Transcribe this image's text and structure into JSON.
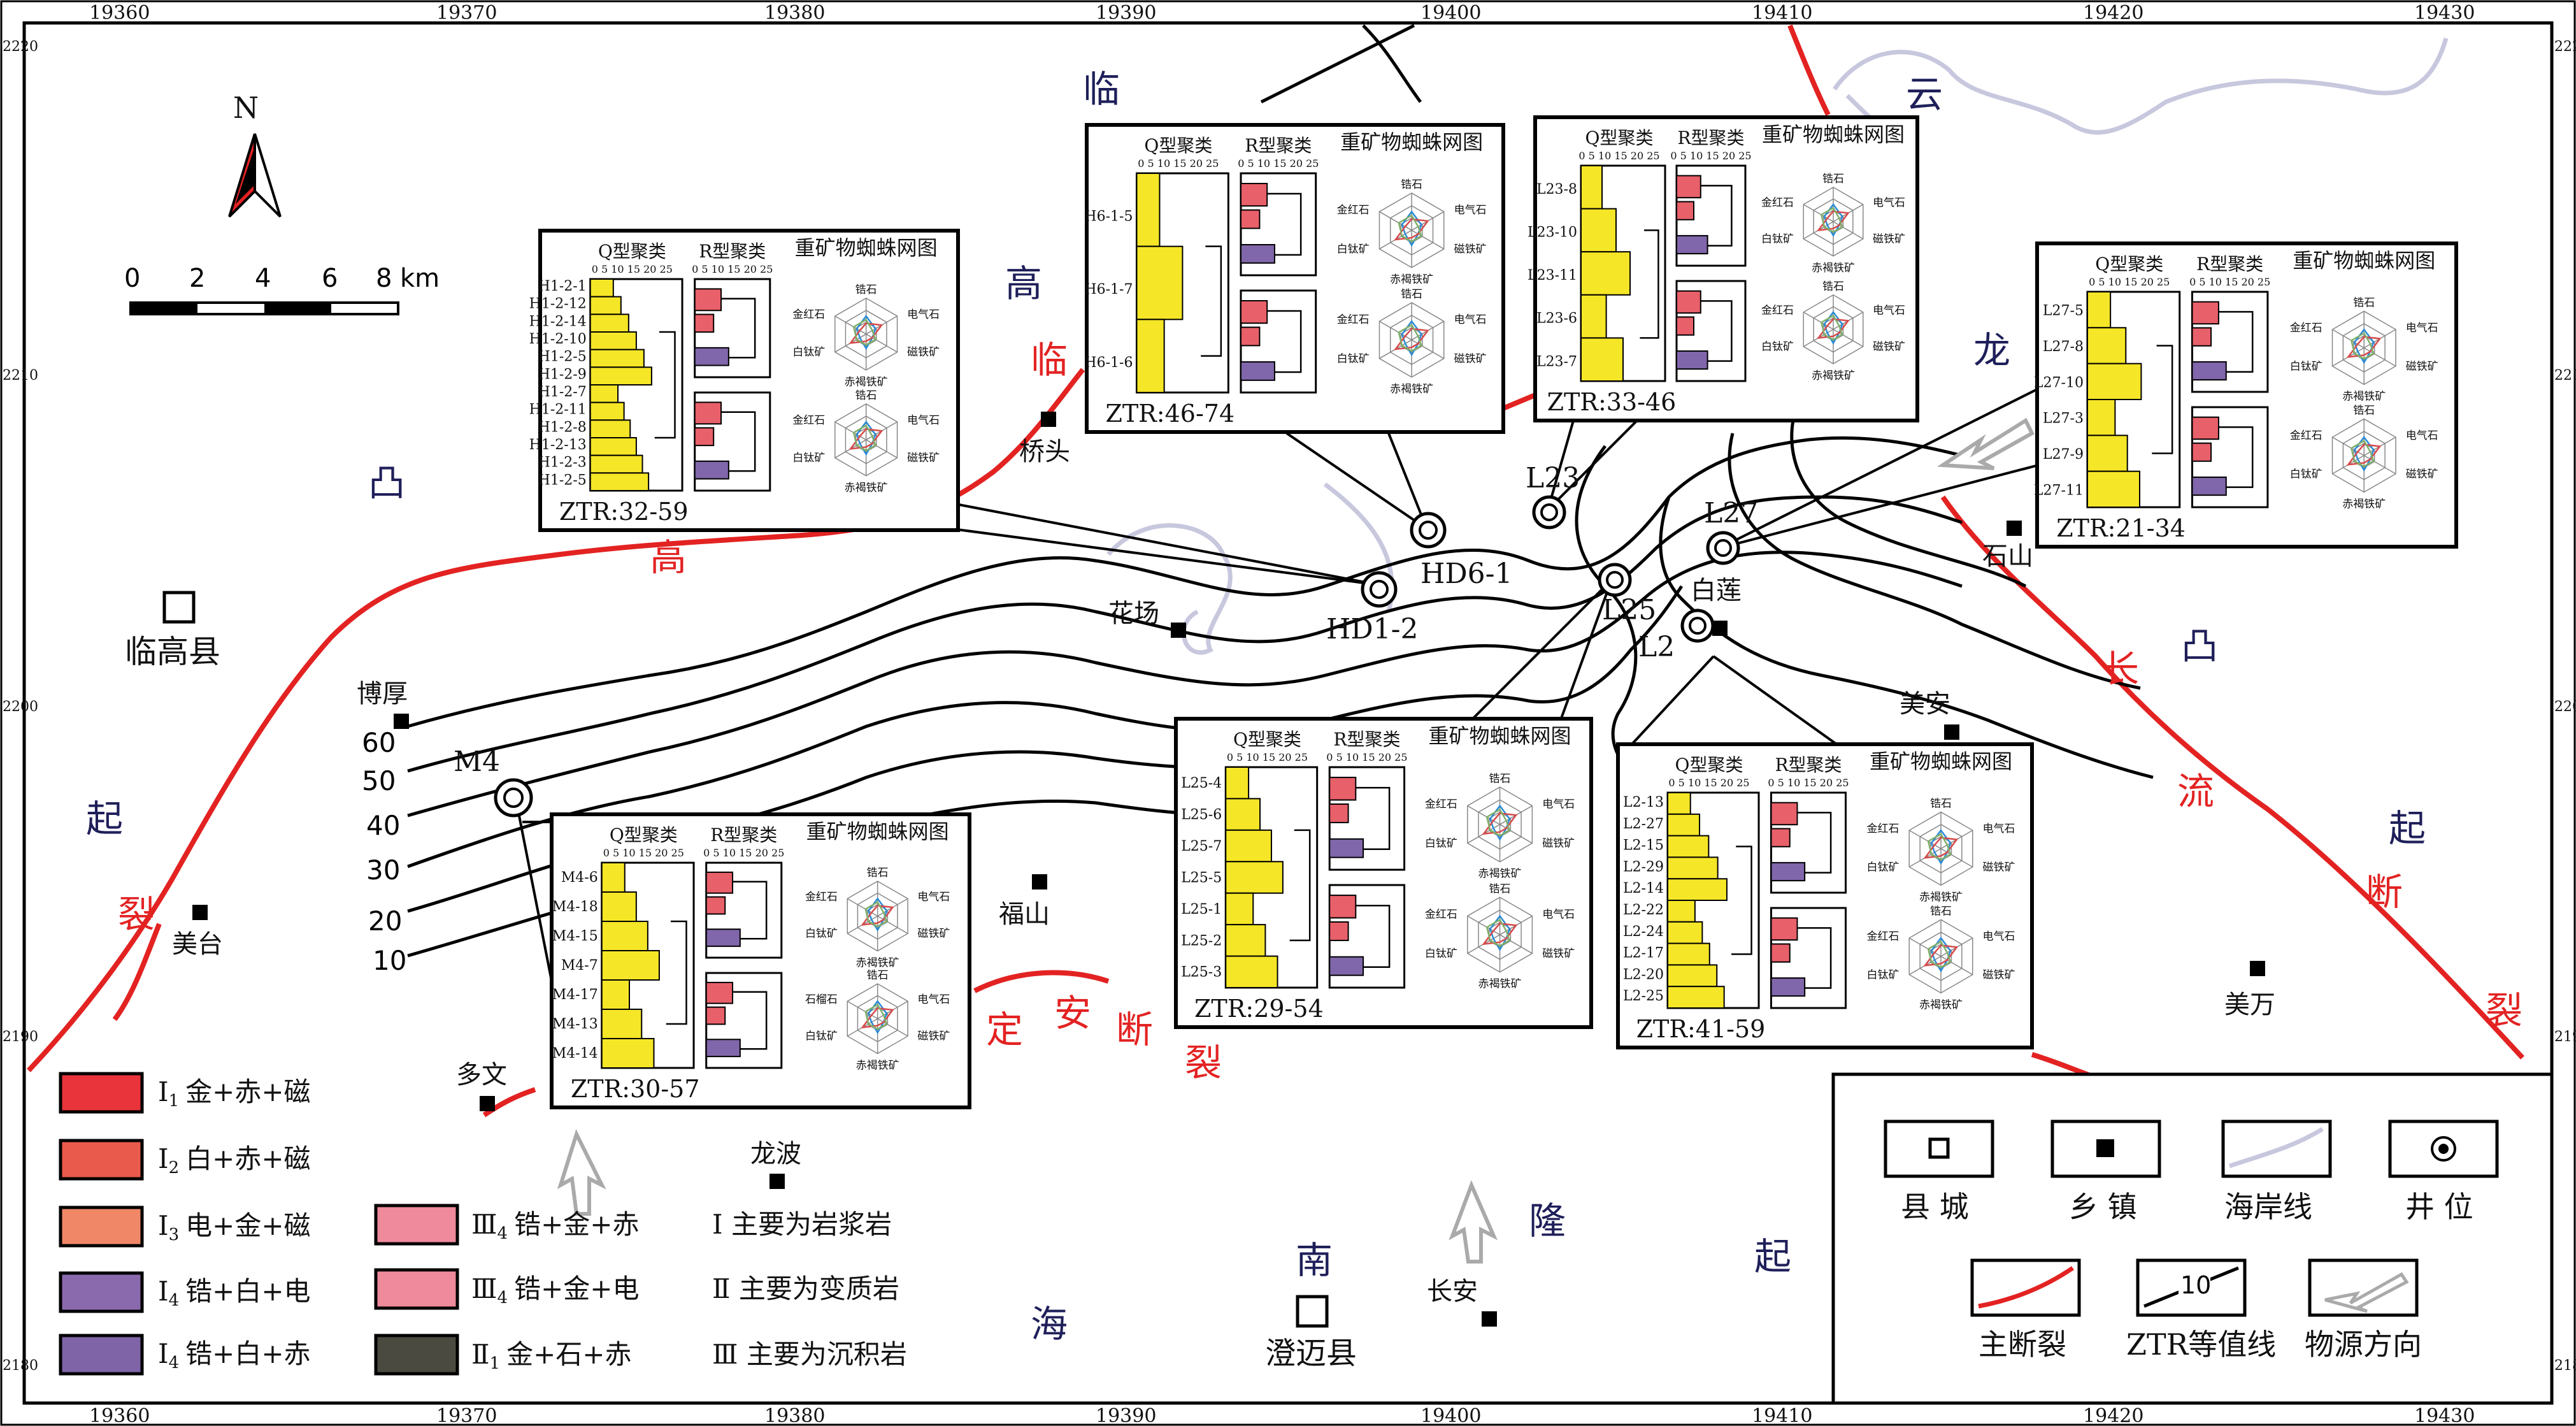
{
  "map": {
    "x_ticks": [
      "19360",
      "19370",
      "19380",
      "19390",
      "19400",
      "19410",
      "19420",
      "19430"
    ],
    "y_ticks": [
      "2220",
      "2210",
      "2200",
      "2190",
      "2180"
    ],
    "north": "N",
    "scale": {
      "labels": [
        "0",
        "2",
        "4",
        "6",
        "8"
      ],
      "unit": "km"
    },
    "region_labels": {
      "lin": "临",
      "gao1": "高",
      "lin_red": "临",
      "gao_red": "高",
      "tu_left": "凸",
      "qi_left": "起",
      "lie_left": "裂",
      "yun": "云",
      "long": "龙",
      "tu_right": "凸",
      "chang": "长",
      "liu": "流",
      "qi_right": "起",
      "duan_right": "断",
      "lie_right": "裂",
      "ding": "定",
      "an": "安",
      "duan_mid": "断",
      "lie_mid": "裂",
      "nan": "南",
      "hai": "海",
      "longr": "隆",
      "qi_bottom": "起"
    },
    "towns": {
      "lingao": "临高县",
      "qiaotou": "桥头",
      "huachang": "花场",
      "bohou": "博厚",
      "meitai": "美台",
      "duowen": "多文",
      "fushan": "福山",
      "longbo": "龙波",
      "chengmai": "澄迈县",
      "changan": "长安",
      "shishan": "石山",
      "bailian": "白莲",
      "meian": "美安",
      "meiwan": "美万"
    },
    "wells": {
      "hd6": "HD6-1",
      "hd1": "HD1-2",
      "l23": "L23",
      "l25": "L25",
      "l27": "L27",
      "l2": "L2",
      "m4": "M4"
    },
    "contours": [
      "60",
      "50",
      "40",
      "30",
      "20",
      "10"
    ]
  },
  "panel_headers": {
    "q": "Q型聚类",
    "r": "R型聚类",
    "spider": "重矿物蜘蛛网图",
    "q_ticks": "0 5 10 15 20 25",
    "r_ticks": "0 5 10 15 20 25"
  },
  "spider_axes": {
    "top": "锆石",
    "right_up": "电气石",
    "right_down": "磁铁矿",
    "bottom": "赤褐铁矿",
    "left_down": "白钛矿",
    "left_up": "金红石",
    "left_up_alt": "石榴石"
  },
  "panels": {
    "H1": {
      "samples": [
        "H1-2-1",
        "H1-2-12",
        "H1-2-14",
        "H1-2-10",
        "H1-2-5",
        "H1-2-9",
        "H1-2-7",
        "H1-2-11",
        "H1-2-8",
        "H1-2-13",
        "H1-2-3",
        "H1-2-5"
      ],
      "ztr": "ZTR:32-59"
    },
    "H6": {
      "samples": [
        "H6-1-5",
        "H6-1-7",
        "H6-1-6"
      ],
      "ztr": "ZTR:46-74"
    },
    "L23": {
      "samples": [
        "L23-8",
        "L23-10",
        "L23-11",
        "L23-6",
        "L23-7"
      ],
      "ztr": "ZTR:33-46"
    },
    "L27": {
      "samples": [
        "L27-5",
        "L27-8",
        "L27-10",
        "L27-3",
        "L27-9",
        "L27-11"
      ],
      "ztr": "ZTR:21-34"
    },
    "M4": {
      "samples": [
        "M4-6",
        "M4-18",
        "M4-15",
        "M4-7",
        "M4-17",
        "M4-13",
        "M4-14"
      ],
      "ztr": "ZTR:30-57"
    },
    "L25": {
      "samples": [
        "L25-4",
        "L25-6",
        "L25-7",
        "L25-5",
        "L25-1",
        "L25-2",
        "L25-3"
      ],
      "ztr": "ZTR:29-54"
    },
    "L2": {
      "samples": [
        "L2-13",
        "L2-27",
        "L2-15",
        "L2-29",
        "L2-14",
        "L2-22",
        "L2-24",
        "L2-17",
        "L2-20",
        "L2-25"
      ],
      "ztr": "ZTR:41-59"
    }
  },
  "legend_left": [
    {
      "sym": "I",
      "sub": "1",
      "text": "金+赤+磁",
      "color": "#e8343a"
    },
    {
      "sym": "I",
      "sub": "2",
      "text": "白+赤+磁",
      "color": "#ea5a4c"
    },
    {
      "sym": "I",
      "sub": "3",
      "text": "电+金+磁",
      "color": "#f08868"
    },
    {
      "sym": "I",
      "sub": "4",
      "text": "锆+白+电",
      "color": "#8a6aac"
    },
    {
      "sym": "I",
      "sub": "4",
      "text": "锆+白+赤",
      "color": "#7f64a8"
    }
  ],
  "legend_mid": [
    {
      "sym": "Ⅲ",
      "sub": "4",
      "text": "锆+金+赤",
      "color": "#ef8a9c"
    },
    {
      "sym": "Ⅲ",
      "sub": "4",
      "text": "锆+金+电",
      "color": "#ef8a9c"
    },
    {
      "sym": "Ⅱ",
      "sub": "1",
      "text": "金+石+赤",
      "color": "#4a4a40"
    }
  ],
  "legend_notes": [
    "Ⅰ 主要为岩浆岩",
    "Ⅱ 主要为变质岩",
    "Ⅲ 主要为沉积岩"
  ],
  "legend_box": {
    "county": "县 城",
    "town": "乡 镇",
    "coast": "海岸线",
    "well": "井 位",
    "fault": "主断裂",
    "ztr": "ZTR等值线",
    "ztr_sample": "10",
    "source": "物源方向"
  },
  "colors": {
    "fault": "#e32222",
    "coast": "#c8c8e0",
    "cluster_q": "#f5e627",
    "cluster_r1": "#e8606a",
    "cluster_r2": "#8066aa"
  }
}
